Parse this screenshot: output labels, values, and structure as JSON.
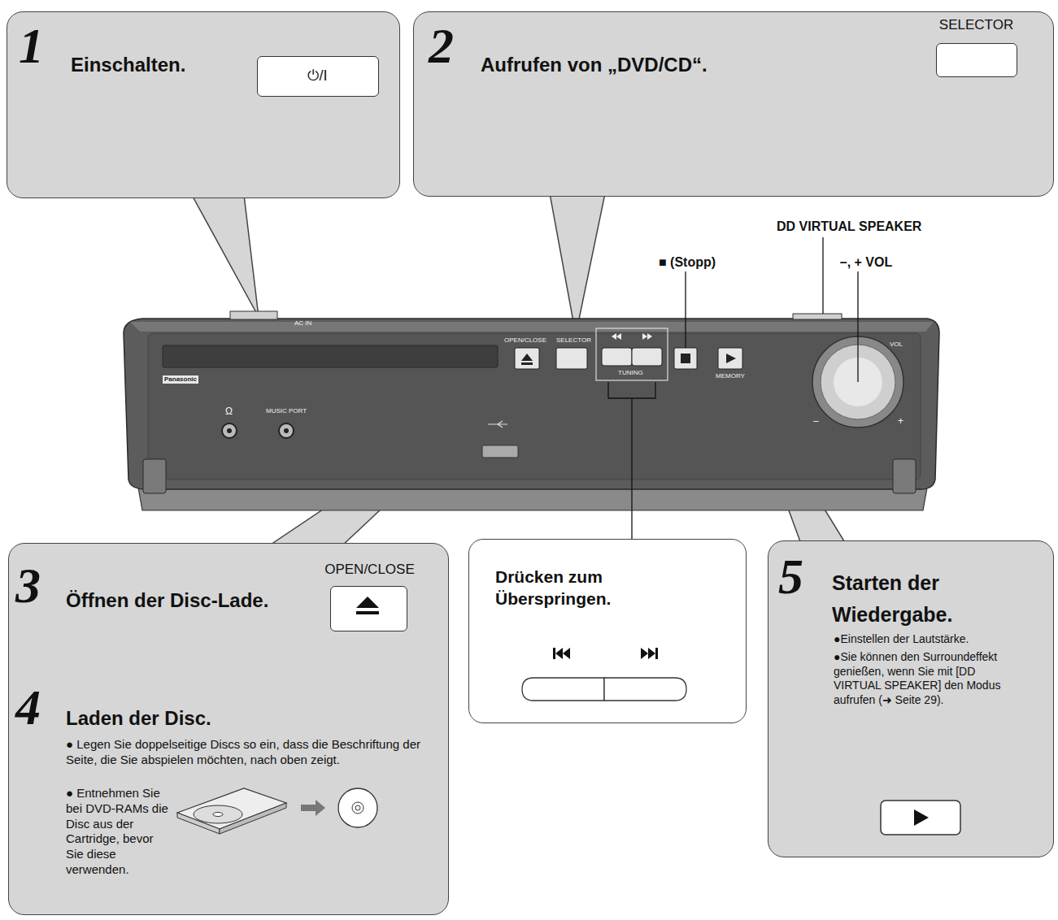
{
  "diagram": {
    "nodes": [
      {
        "text": [
          "1",
          "Einschalten."
        ]
      },
      {
        "text": [
          "⏻/I"
        ],
        "in": 0
      },
      {
        "text": [
          "2",
          "Aufrufen von „DVD/CD“."
        ]
      },
      {
        "text": [
          "SELECTOR"
        ],
        "in": 2
      },
      {
        "text": [
          "3",
          "Öffnen der Disc-Lade.",
          "4",
          "Laden der Disc.",
          "● Legen Sie doppelseitige Discs so ein, dass die Beschriftung der Seite, die Sie abspielen möchten, nach oben zeigt.",
          "● Entnehmen Sie bei DVD-RAMs die Disc aus der Cartridge, bevor Sie diese verwenden."
        ]
      },
      {
        "text": [
          "OPEN/CLOSE"
        ],
        "in": 4
      },
      {
        "text": [
          "Drücken zum Überspringen."
        ]
      },
      {
        "text": [
          "5",
          "Starten der Wiedergabe.",
          "●Einstellen der Lautstärke.",
          "●Sie können den Surroundeffekt genießen, wenn Sie mit [DD VIRTUAL SPEAKER] den Modus aufrufen (➜ Seite 29)."
        ]
      }
    ],
    "labels": [
      "DD VIRTUAL SPEAKER",
      "■ (Stopp)",
      "–, + VOL",
      "AC IN",
      "Panasonic",
      "Ω",
      "MUSIC PORT",
      "OPEN/CLOSE",
      "SELECTOR",
      "TUNING",
      "MEMORY",
      "VOL",
      "–",
      "+"
    ]
  }
}
